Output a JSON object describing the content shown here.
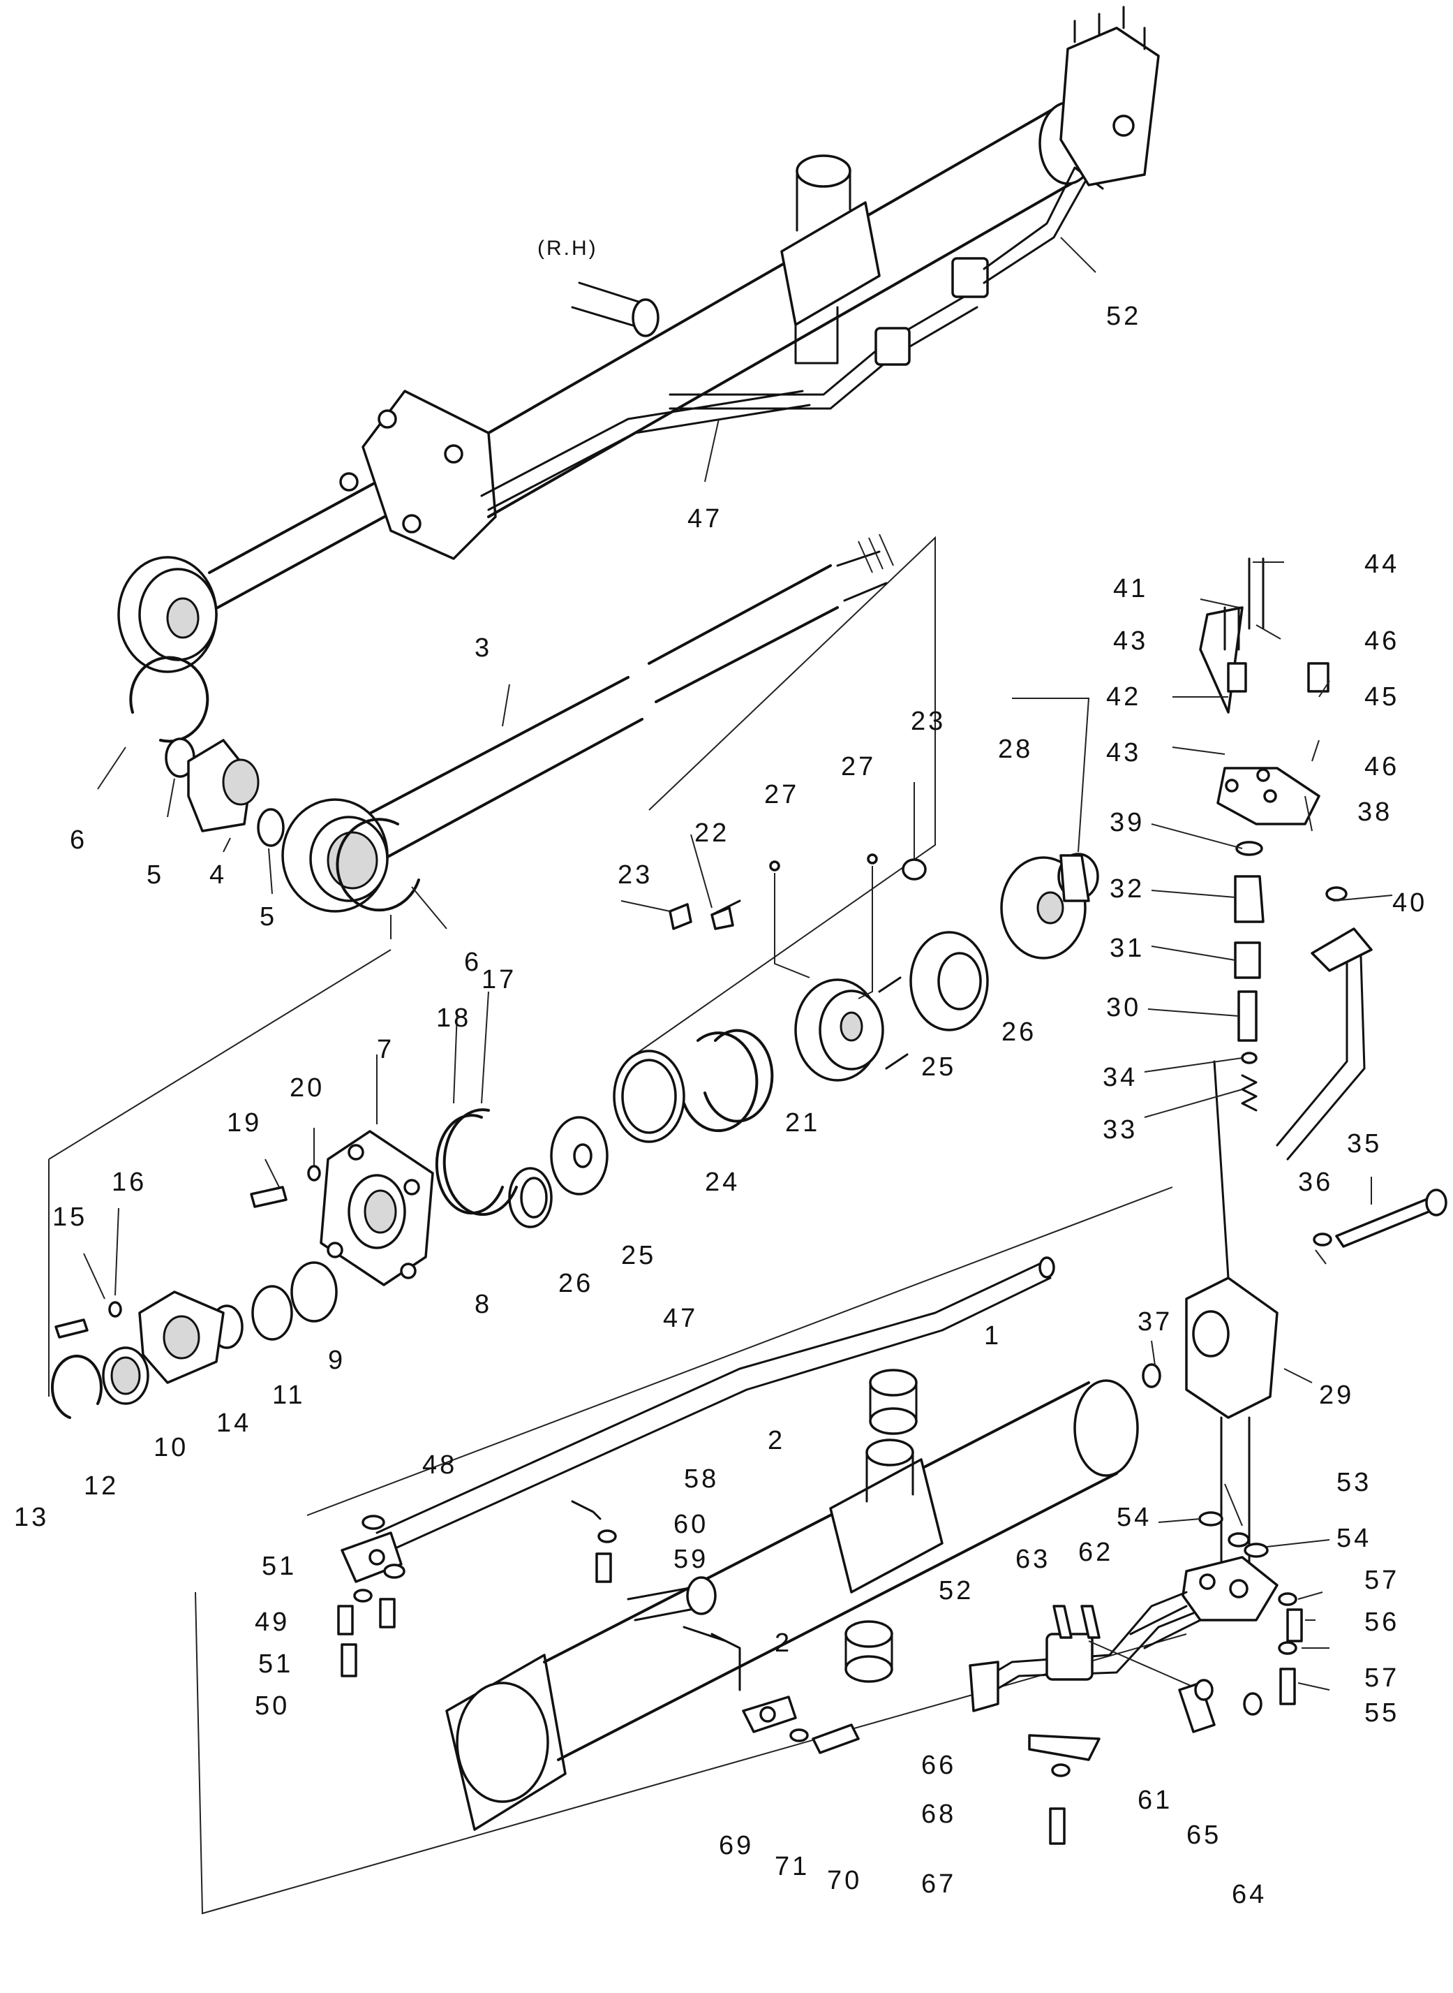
{
  "side_label": "(R.H)",
  "part_numbers": {
    "p1": "1",
    "p2a": "2",
    "p2b": "2",
    "p3": "3",
    "p4": "4",
    "p5a": "5",
    "p5b": "5",
    "p6a": "6",
    "p6b": "6",
    "p7": "7",
    "p8": "8",
    "p9": "9",
    "p10": "10",
    "p11": "11",
    "p12": "12",
    "p13": "13",
    "p14": "14",
    "p15": "15",
    "p16": "16",
    "p17": "17",
    "p18": "18",
    "p19": "19",
    "p20": "20",
    "p21": "21",
    "p22": "22",
    "p23a": "23",
    "p23b": "23",
    "p24": "24",
    "p25a": "25",
    "p25b": "25",
    "p26a": "26",
    "p26b": "26",
    "p27a": "27",
    "p27b": "27",
    "p28": "28",
    "p29": "29",
    "p30": "30",
    "p31": "31",
    "p32": "32",
    "p33": "33",
    "p34": "34",
    "p35": "35",
    "p36": "36",
    "p37": "37",
    "p38": "38",
    "p39": "39",
    "p40": "40",
    "p41": "41",
    "p42": "42",
    "p43a": "43",
    "p43b": "43",
    "p44": "44",
    "p45": "45",
    "p46a": "46",
    "p46b": "46",
    "p47a": "47",
    "p47b": "47",
    "p48": "48",
    "p49": "49",
    "p50": "50",
    "p51a": "51",
    "p51b": "51",
    "p52a": "52",
    "p52b": "52",
    "p53": "53",
    "p54a": "54",
    "p54b": "54",
    "p55": "55",
    "p56": "56",
    "p57a": "57",
    "p57b": "57",
    "p58": "58",
    "p59": "59",
    "p60": "60",
    "p61": "61",
    "p62": "62",
    "p63": "63",
    "p64": "64",
    "p65": "65",
    "p66": "66",
    "p67": "67",
    "p68": "68",
    "p69": "69",
    "p70": "70",
    "p71": "71"
  }
}
